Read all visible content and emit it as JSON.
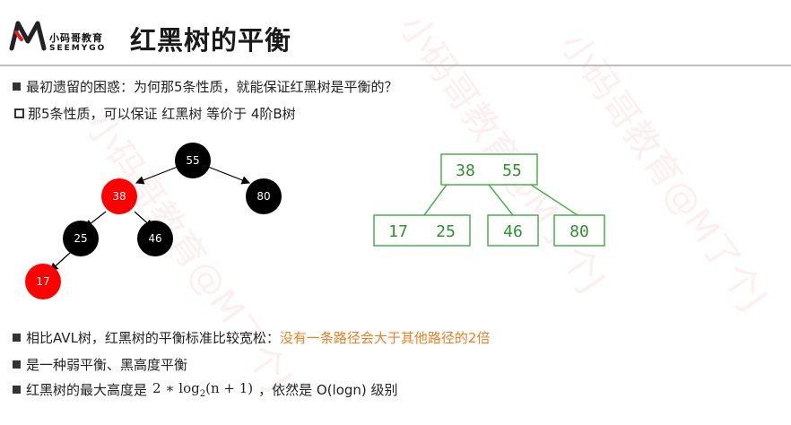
{
  "logo": {
    "brand_cn": "小码哥教育",
    "brand_en": "SEEMYGO"
  },
  "title": "红黑树的平衡",
  "bullets_top": [
    {
      "text": "最初遗留的困惑：为何那5条性质，就能保证红黑树是平衡的？"
    },
    {
      "text": "那5条性质，可以保证 红黑树 等价于 4阶B树"
    }
  ],
  "rb_tree": {
    "nodes": [
      {
        "key": "55",
        "color": "black"
      },
      {
        "key": "38",
        "color": "red"
      },
      {
        "key": "80",
        "color": "black"
      },
      {
        "key": "25",
        "color": "black"
      },
      {
        "key": "46",
        "color": "black"
      },
      {
        "key": "17",
        "color": "red"
      }
    ]
  },
  "btree": {
    "root": [
      "38",
      "55"
    ],
    "children": [
      [
        "17",
        "25"
      ],
      [
        "46"
      ],
      [
        "80"
      ]
    ]
  },
  "bullets_bottom": {
    "b1_prefix": "相比AVL树，红黑树的平衡标准比较宽松：",
    "b1_highlight": "没有一条路径会大于其他路径的2倍",
    "b2": "是一种弱平衡、黑高度平衡",
    "b3_prefix": "红黑树的最大高度是",
    "b3_math_a": "2 ∗ log",
    "b3_math_sub": "2",
    "b3_math_b": "(n + 1)",
    "b3_suffix": "，依然是 O(logn) 级别"
  },
  "watermark": [
    "小码哥教育@M了个J",
    "小码哥教育@M了个J",
    "小码哥教育@M了个J"
  ],
  "colors": {
    "red_node": "#ff0000",
    "black_node": "#000000",
    "btree_green": "#4caf50",
    "highlight": "#f07f22"
  }
}
